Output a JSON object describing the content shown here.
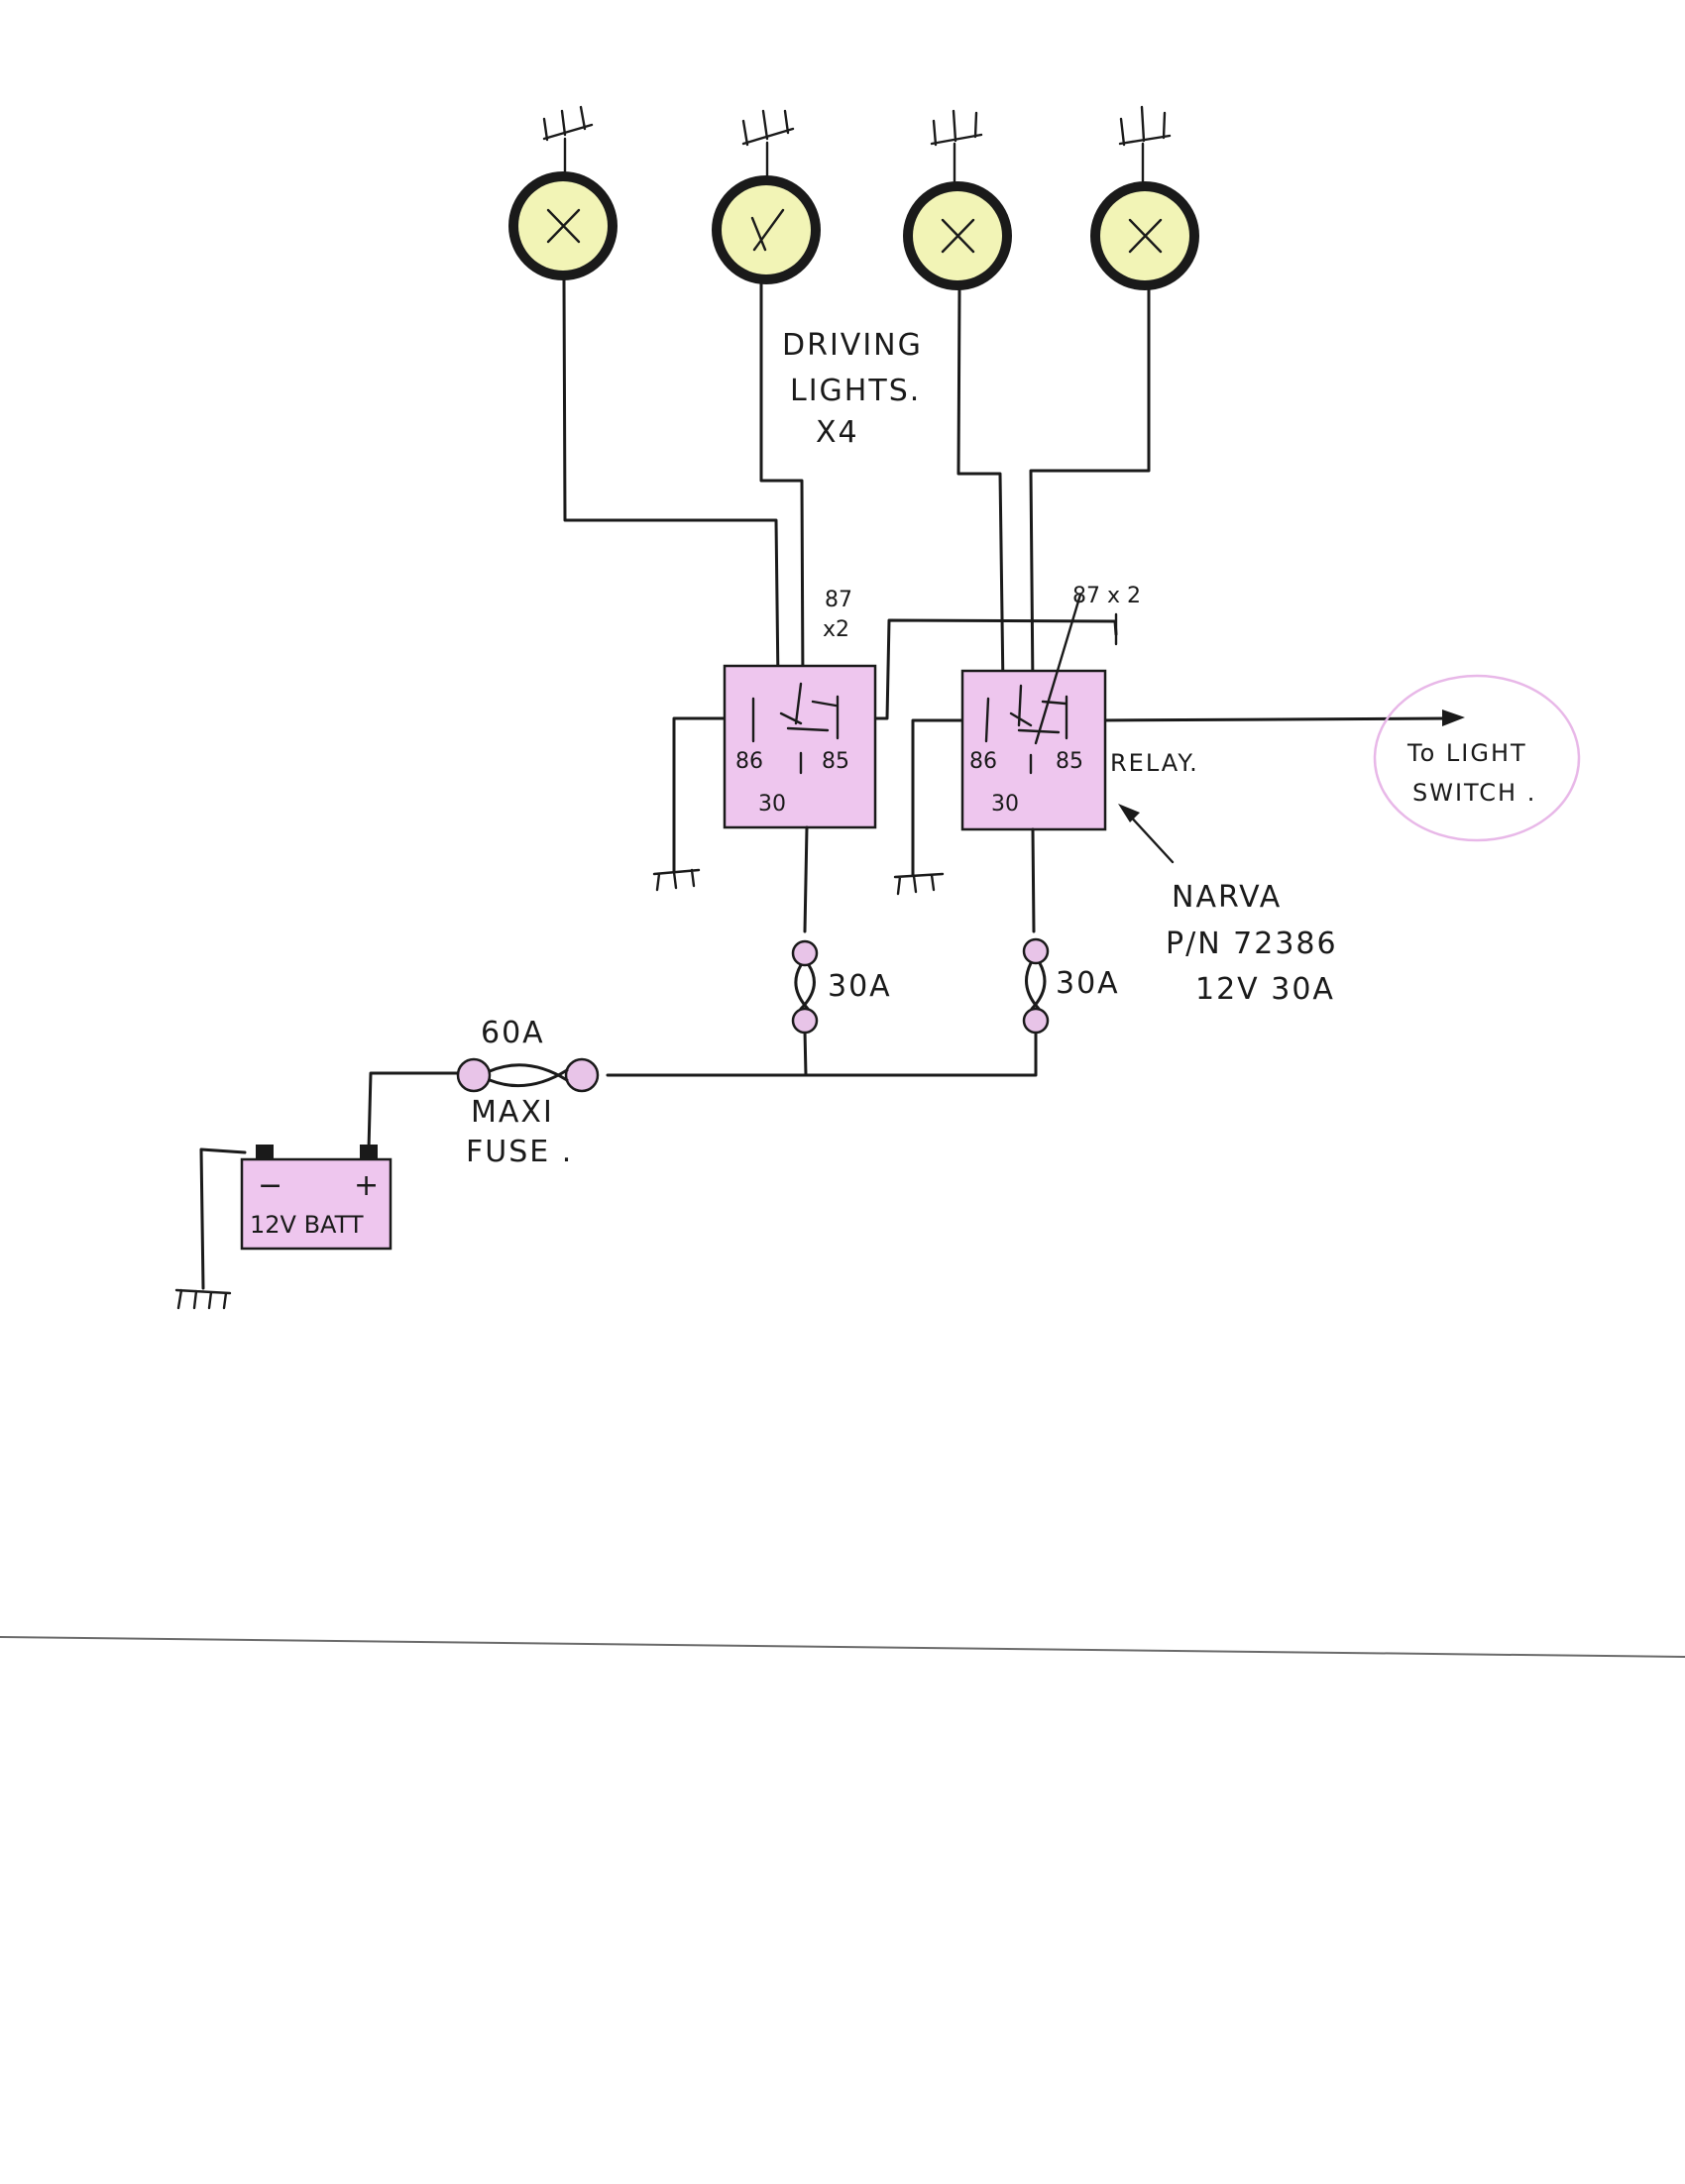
{
  "colors": {
    "ink": "#1a1a1a",
    "lamp_fill": "#f2f4b6",
    "relay_fill": "#eec6ee",
    "battery_fill": "#eec6ee",
    "fuse_fill": "#e8c4e8",
    "switch_ellipse": "#e8b8e8"
  },
  "lights": {
    "label_line1": "DRIVING",
    "label_line2": "LIGHTS.",
    "label_line3": "X4"
  },
  "relay1": {
    "pin86": "86",
    "pin85": "85",
    "pin30": "30",
    "pin87_a": "87",
    "pin87_b": "x2"
  },
  "relay2": {
    "pin86": "86",
    "pin85": "85",
    "pin30": "30",
    "pin87": "87 x 2",
    "label": "RELAY."
  },
  "relay_part": {
    "line1": "NARVA",
    "line2": "P/N 72386",
    "line3": "12V 30A"
  },
  "switch": {
    "line1": "To LIGHT",
    "line2": "SWITCH ."
  },
  "fuse1": {
    "label": "30A"
  },
  "fuse2": {
    "label": "30A"
  },
  "maxi_fuse": {
    "rating": "60A",
    "line1": "MAXI",
    "line2": "FUSE ."
  },
  "battery": {
    "minus": "−",
    "plus": "+",
    "label": "12V BATT"
  }
}
